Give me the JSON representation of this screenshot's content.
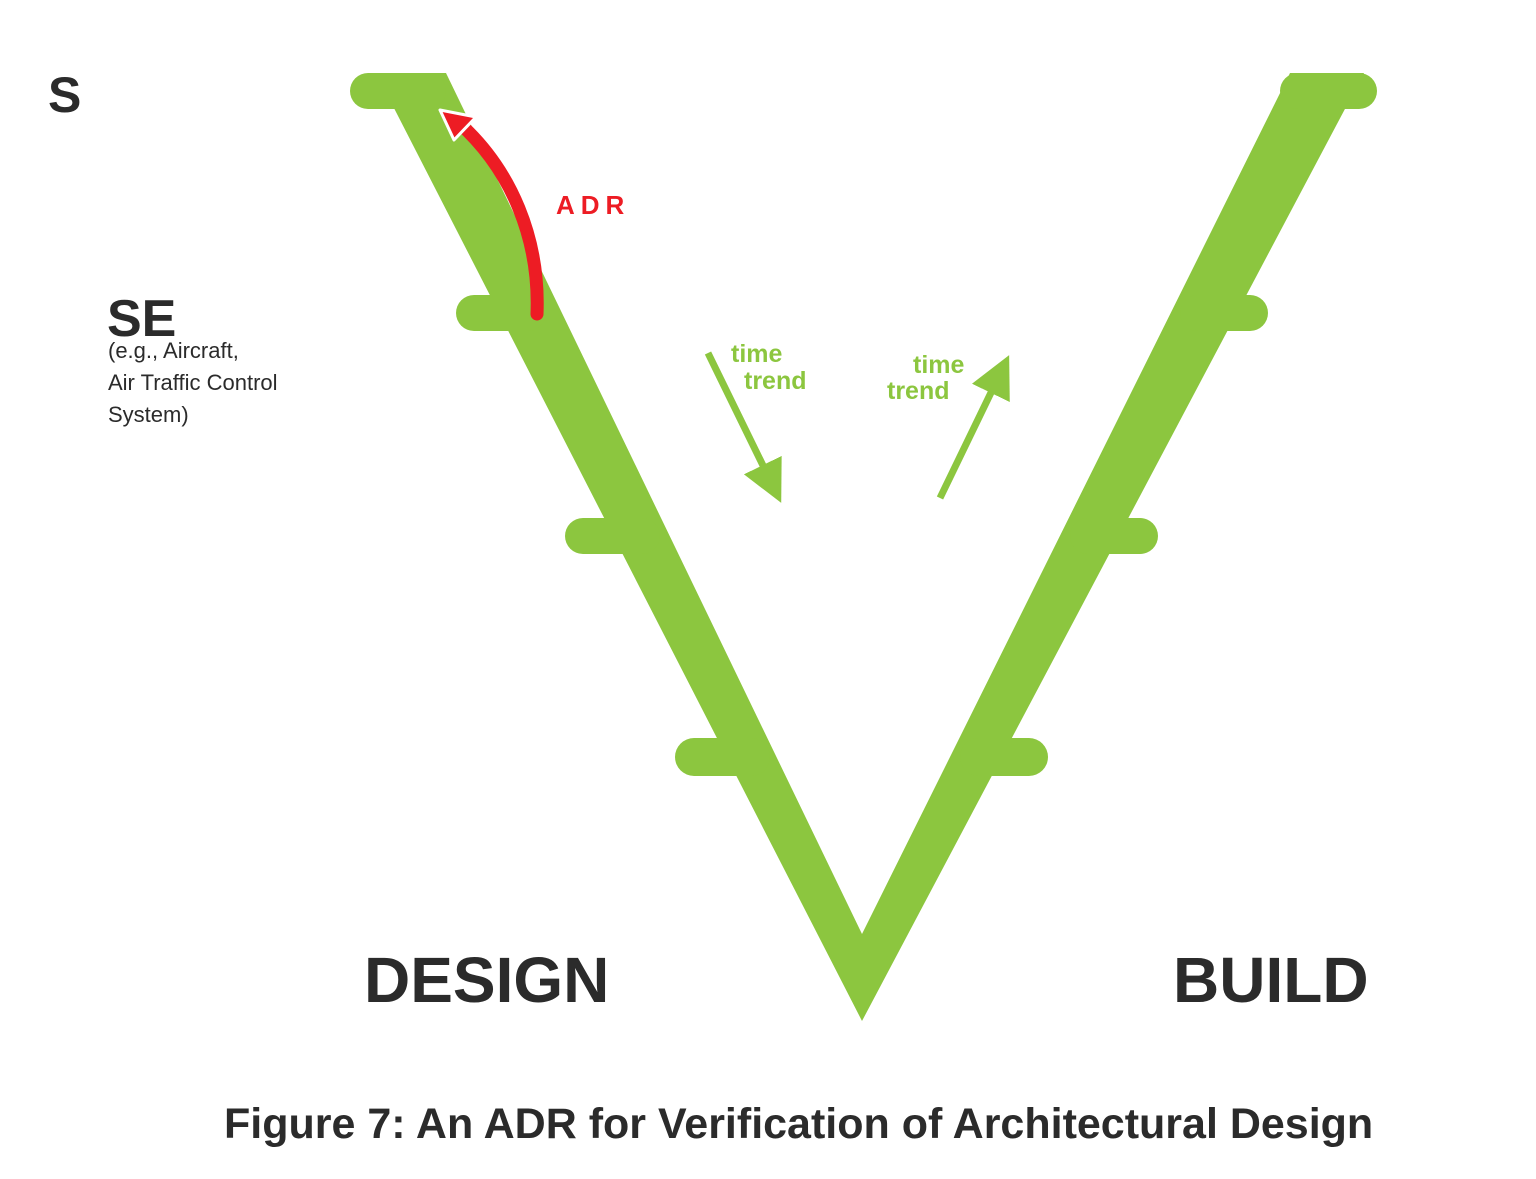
{
  "colors": {
    "v_green": "#8cc63f",
    "adr_red": "#ed1c24",
    "text_dark": "#2b2b2b",
    "background": "#ffffff"
  },
  "labels": {
    "s": "S",
    "se": "SE",
    "se_example_line1": "(e.g., Aircraft,",
    "se_example_line2": "Air Traffic Control",
    "se_example_line3": "System)",
    "adr": "ADR",
    "time_trend_left_line1": "time",
    "time_trend_left_line2": "trend",
    "time_trend_right_line1": "time",
    "time_trend_right_line2": "trend",
    "design": "DESIGN",
    "build": "BUILD"
  },
  "caption": "Figure 7: An ADR for Verification of Architectural Design"
}
